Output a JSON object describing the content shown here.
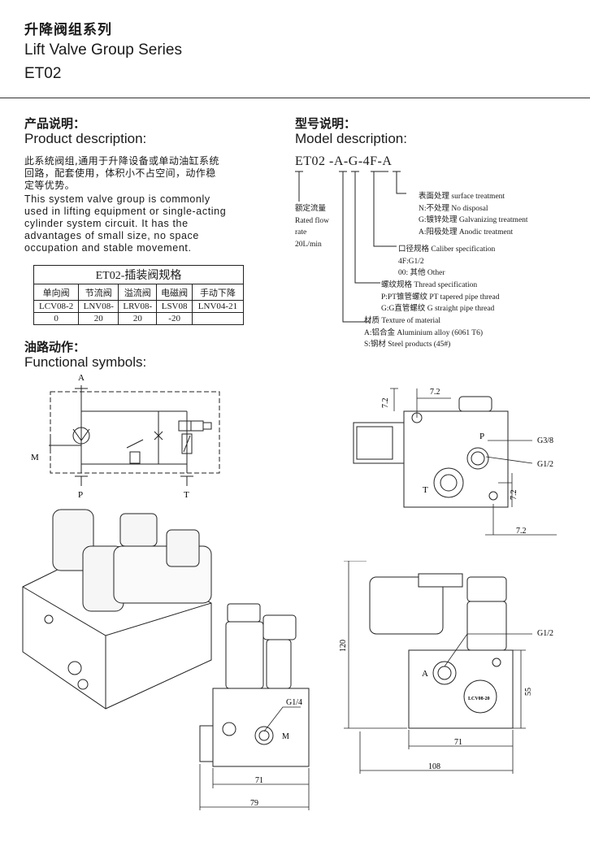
{
  "header": {
    "title_cn": "升降阀组系列",
    "title_en": "Lift Valve Group Series",
    "model": "ET02"
  },
  "product": {
    "heading_cn": "产品说明：",
    "heading_en": "Product description:",
    "desc_cn": [
      "此系统阀组,通用于升降设备或单动油缸系统",
      "回路，配套使用，体积小不占空间，动作稳",
      "定等优势。"
    ],
    "desc_en": [
      "This system valve group is commonly",
      "used in lifting equipment or single-acting",
      "cylinder system circuit. It has the",
      "advantages of small size, no space",
      "occupation and stable movement."
    ]
  },
  "spec_table": {
    "caption": "ET02-插装阀规格",
    "headers": [
      "单向阀",
      "节流阀",
      "溢流阀",
      "电磁阀",
      "手动下降"
    ],
    "rows": [
      [
        "LCV08-2",
        "LNV08-",
        "LRV08-",
        "LSV08",
        "LNV04-21"
      ],
      [
        "0",
        "20",
        "20",
        "-20",
        ""
      ]
    ]
  },
  "functional": {
    "heading_cn": "油路动作：",
    "heading_en": "Functional symbols:",
    "ports": {
      "a": "A",
      "m": "M",
      "p": "P",
      "t": "T"
    }
  },
  "model_desc": {
    "heading_cn": "型号说明：",
    "heading_en": "Model description:",
    "code": "ET02 -A-G-4F-A",
    "rated_flow": [
      "额定流量",
      "Rated flow",
      "rate",
      "20L/min"
    ],
    "surface": [
      "表面处理 surface treatment",
      "N:不处理 No disposal",
      "G:镀锌处理 Galvanizing treatment",
      "A:阳极处理 Anodic treatment"
    ],
    "caliber": [
      "口径规格 Caliber specification",
      "4F:G1/2",
      "00: 其他 Other"
    ],
    "thread": [
      "螺纹规格 Thread specification",
      "P:PT锥管螺纹 PT tapered pipe thread",
      "G:G直管螺纹 G straight pipe thread"
    ],
    "material": [
      "材质 Texture of material",
      "A:铝合金 Aluminium alloy  (6061 T6)",
      "S:钢材 Steel products  (45#)"
    ]
  },
  "drawing_top": {
    "dim_a": "7.2",
    "dim_b": "7.2",
    "dim_c": "7.2",
    "dim_d": "7.2",
    "port_p": "P",
    "port_t": "T",
    "g38": "G3/8",
    "g12": "G1/2"
  },
  "drawing_side": {
    "g14": "G1/4",
    "port_m": "M",
    "w71": "71",
    "w79": "79"
  },
  "drawing_front": {
    "h120": "120",
    "h55": "55",
    "w71": "71",
    "w108": "108",
    "g12": "G1/2",
    "port_a": "A",
    "label": "LCV08-20"
  }
}
